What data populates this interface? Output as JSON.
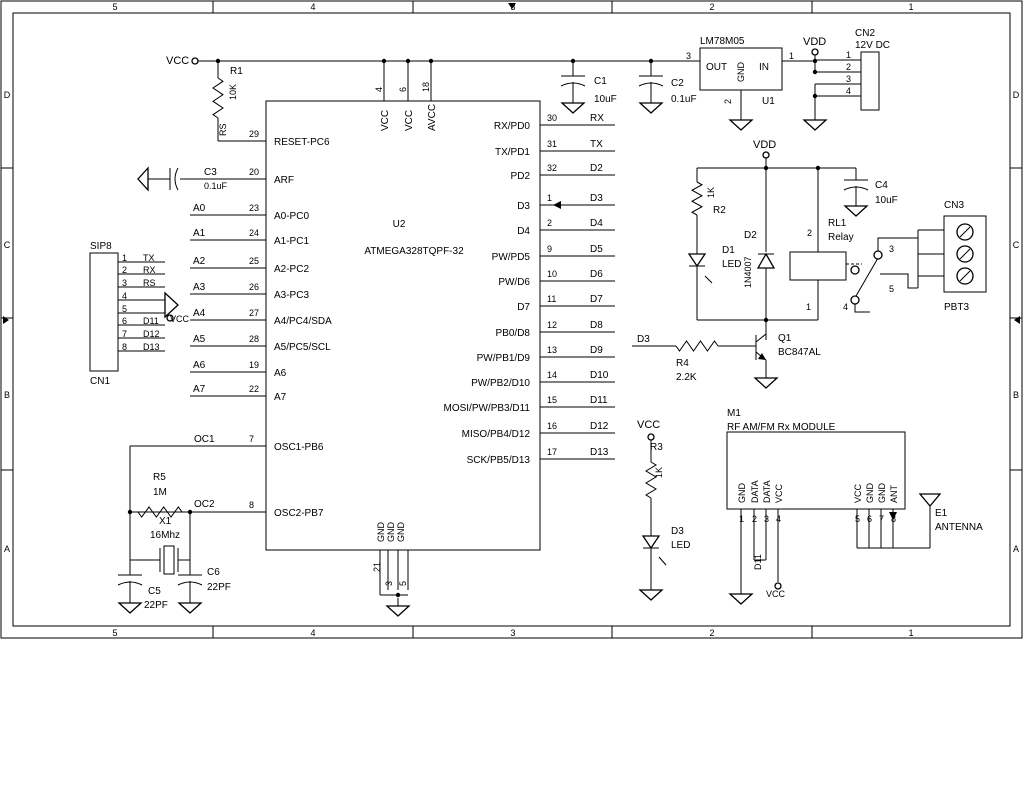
{
  "frame": {
    "zones_top": [
      "5",
      "4",
      "3",
      "2",
      "1"
    ],
    "zones_bottom": [
      "5",
      "4",
      "3",
      "2",
      "1"
    ],
    "rows_left": [
      "D",
      "C",
      "B",
      "A"
    ],
    "rows_right": [
      "D",
      "C",
      "B",
      "A"
    ]
  },
  "u2": {
    "ref": "U2",
    "part": "ATMEGA328TQPF-32",
    "top_pins": [
      {
        "num": "4",
        "name": "VCC"
      },
      {
        "num": "6",
        "name": "VCC"
      },
      {
        "num": "18",
        "name": "AVCC"
      }
    ],
    "bottom_pins": [
      {
        "num": "21",
        "name": "GND"
      },
      {
        "num": "3",
        "name": "GND"
      },
      {
        "num": "5",
        "name": "GND"
      }
    ],
    "left_pins": [
      {
        "num": "29",
        "name": "RESET-PC6",
        "net": "RS"
      },
      {
        "num": "20",
        "name": "ARF",
        "net": ""
      },
      {
        "num": "23",
        "name": "A0-PC0",
        "net": "A0"
      },
      {
        "num": "24",
        "name": "A1-PC1",
        "net": "A1"
      },
      {
        "num": "25",
        "name": "A2-PC2",
        "net": "A2"
      },
      {
        "num": "26",
        "name": "A3-PC3",
        "net": "A3"
      },
      {
        "num": "27",
        "name": "A4/PC4/SDA",
        "net": "A4"
      },
      {
        "num": "28",
        "name": "A5/PC5/SCL",
        "net": "A5"
      },
      {
        "num": "19",
        "name": "A6",
        "net": "A6"
      },
      {
        "num": "22",
        "name": "A7",
        "net": "A7"
      },
      {
        "num": "7",
        "name": "OSC1-PB6",
        "net": "OC1"
      },
      {
        "num": "8",
        "name": "OSC2-PB7",
        "net": "OC2"
      }
    ],
    "right_pins": [
      {
        "num": "30",
        "name": "RX/PD0",
        "net": "RX"
      },
      {
        "num": "31",
        "name": "TX/PD1",
        "net": "TX"
      },
      {
        "num": "32",
        "name": "PD2",
        "net": "D2"
      },
      {
        "num": "1",
        "name": "D3",
        "net": "D3"
      },
      {
        "num": "2",
        "name": "D4",
        "net": "D4"
      },
      {
        "num": "9",
        "name": "PW/PD5",
        "net": "D5"
      },
      {
        "num": "10",
        "name": "PW/D6",
        "net": "D6"
      },
      {
        "num": "11",
        "name": "D7",
        "net": "D7"
      },
      {
        "num": "12",
        "name": "PB0/D8",
        "net": "D8"
      },
      {
        "num": "13",
        "name": "PW/PB1/D9",
        "net": "D9"
      },
      {
        "num": "14",
        "name": "PW/PB2/D10",
        "net": "D10"
      },
      {
        "num": "15",
        "name": "MOSI/PW/PB3/D11",
        "net": "D11"
      },
      {
        "num": "16",
        "name": "MISO/PB4/D12",
        "net": "D12"
      },
      {
        "num": "17",
        "name": "SCK/PB5/D13",
        "net": "D13"
      }
    ]
  },
  "power": {
    "vcc": "VCC",
    "vdd": "VDD"
  },
  "r1": {
    "ref": "R1",
    "value": "10K",
    "net": "RS"
  },
  "c3": {
    "ref": "C3",
    "value": "0.1uF"
  },
  "c1": {
    "ref": "C1",
    "value": "10uF"
  },
  "c2": {
    "ref": "C2",
    "value": "0.1uF"
  },
  "u1": {
    "ref": "U1",
    "part": "LM78M05",
    "out": "OUT",
    "gnd": "GND",
    "in": "IN",
    "pin_out": "3",
    "pin_gnd": "2",
    "pin_in": "1"
  },
  "cn2": {
    "ref": "CN2",
    "desc": "12V DC",
    "pins": [
      "1",
      "2",
      "3",
      "4"
    ]
  },
  "cn1": {
    "ref": "CN1",
    "part": "SIP8",
    "pins": [
      "1",
      "2",
      "3",
      "4",
      "5",
      "6",
      "7",
      "8"
    ],
    "nets": [
      "TX",
      "RX",
      "RS",
      "",
      "",
      "D11",
      "D12",
      "D13"
    ],
    "vcc": "VCC"
  },
  "r5": {
    "ref": "R5",
    "value": "1M"
  },
  "x1": {
    "ref": "X1",
    "value": "16Mhz"
  },
  "c5": {
    "ref": "C5",
    "value": "22PF"
  },
  "c6": {
    "ref": "C6",
    "value": "22PF"
  },
  "c4": {
    "ref": "C4",
    "value": "10uF"
  },
  "r2": {
    "ref": "R2",
    "value": "1K"
  },
  "d1": {
    "ref": "D1",
    "value": "LED"
  },
  "d2": {
    "ref": "D2",
    "value": "1N4007"
  },
  "rl1": {
    "ref": "RL1",
    "value": "Relay",
    "pins": [
      "2",
      "1",
      "3",
      "4",
      "5"
    ]
  },
  "cn3": {
    "ref": "CN3",
    "part": "PBT3"
  },
  "q1": {
    "ref": "Q1",
    "value": "BC847AL",
    "net": "D3"
  },
  "r4": {
    "ref": "R4",
    "value": "2.2K"
  },
  "r3": {
    "ref": "R3",
    "value": "1K"
  },
  "d3": {
    "ref": "D3",
    "value": "LED"
  },
  "m1": {
    "ref": "M1",
    "part": "RF AM/FM Rx MODULE",
    "pins": [
      {
        "num": "1",
        "name": "GND"
      },
      {
        "num": "2",
        "name": "DATA"
      },
      {
        "num": "3",
        "name": "DATA"
      },
      {
        "num": "4",
        "name": "VCC"
      },
      {
        "num": "5",
        "name": "VCC"
      },
      {
        "num": "6",
        "name": "GND"
      },
      {
        "num": "7",
        "name": "GND"
      },
      {
        "num": "8",
        "name": "ANT"
      }
    ],
    "net": "D11",
    "vcc": "VCC"
  },
  "e1": {
    "ref": "E1",
    "value": "ANTENNA"
  }
}
